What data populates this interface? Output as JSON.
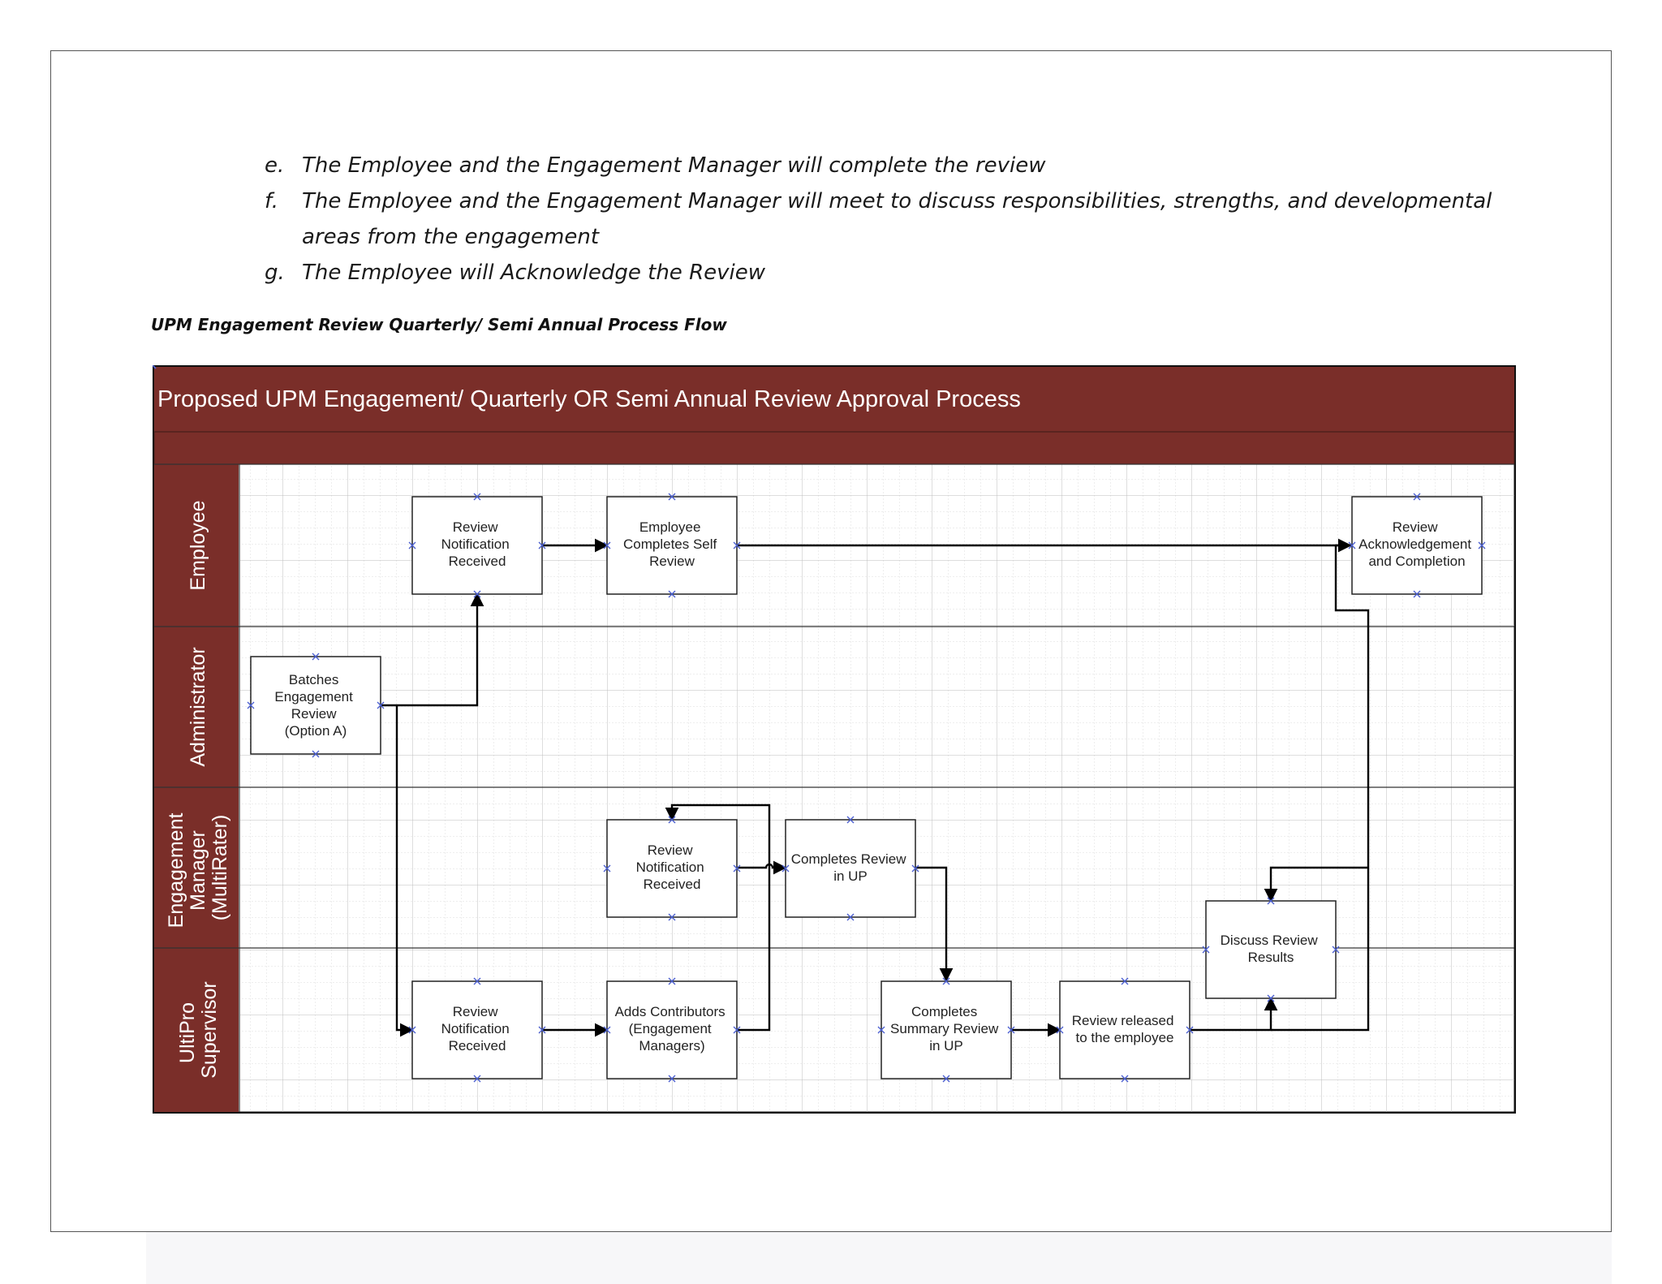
{
  "list_items": [
    {
      "marker": "e.",
      "text": "The Employee and the Engagement Manager will complete the review"
    },
    {
      "marker": "f.",
      "text": "The Employee and the Engagement Manager will meet to discuss responsibilities, strengths, and developmental areas from the engagement"
    },
    {
      "marker": "g.",
      "text": "The Employee will Acknowledge the Review"
    }
  ],
  "section_caption": "UPM Engagement Review Quarterly/ Semi Annual Process Flow",
  "diagram": {
    "title": "Proposed UPM Engagement/ Quarterly OR Semi Annual Review Approval Process",
    "lanes": {
      "employee": [
        "Employee"
      ],
      "administrator": [
        "Administrator"
      ],
      "engagement_manager": [
        "Engagement",
        "Manager",
        "(MultiRater)"
      ],
      "ultipro_supervisor": [
        "UltiPro",
        "Supervisor"
      ]
    },
    "boxes": {
      "emp_review_notification": [
        "Review",
        "Notification",
        "Received"
      ],
      "emp_completes_self_review": [
        "Employee",
        "Completes Self",
        "Review"
      ],
      "emp_review_acknowledgement": [
        "Review",
        "Acknowledgement",
        "and Completion"
      ],
      "admin_batches_review": [
        "Batches",
        "Engagement",
        "Review",
        "(Option A)"
      ],
      "em_review_notification": [
        "Review",
        "Notification",
        "Received"
      ],
      "em_completes_review": [
        "Completes Review",
        "in UP"
      ],
      "discuss_review_results": [
        "Discuss Review",
        "Results"
      ],
      "sup_review_notification": [
        "Review",
        "Notification",
        "Received"
      ],
      "sup_adds_contributors": [
        "Adds Contributors",
        "(Engagement",
        "Managers)"
      ],
      "sup_completes_summary": [
        "Completes",
        "Summary Review",
        "in UP"
      ],
      "sup_review_released": [
        "Review released",
        "to the employee"
      ]
    },
    "colors": {
      "header": "#7a2e29",
      "lane_header": "#7a2e29",
      "grid": "#cfcfcf",
      "connector_marker": "#4b5fd0"
    }
  }
}
